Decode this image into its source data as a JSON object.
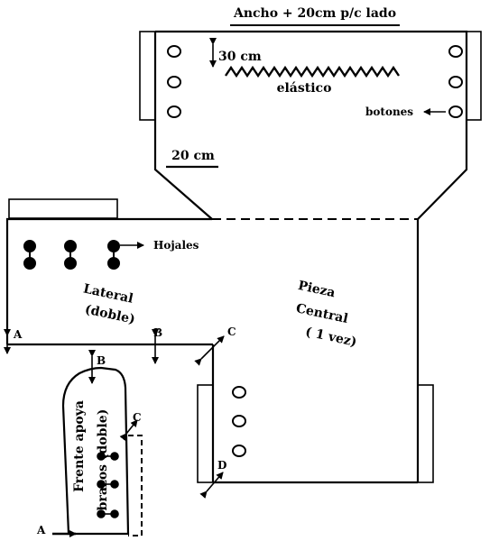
{
  "diagram": {
    "labels": {
      "width_note": "Ancho + 20cm p/c lado",
      "depth_30": "30 cm",
      "elastic": "elástico",
      "buttons": "botones",
      "depth_20": "20 cm",
      "buttonholes": "Hojales",
      "lateral_line1": "Lateral",
      "lateral_line2": "(doble)",
      "central_line1": "Pieza",
      "central_line2": "Central",
      "central_line3": "( 1 vez)",
      "armrest_line1": "Frente apoya",
      "armrest_line2": "brazos (doble)",
      "marker_a_lateral": "A",
      "marker_b_lateral": "B",
      "marker_c_lateral": "C",
      "marker_d_central": "D",
      "marker_b_armrest": "B",
      "marker_c_armrest": "C",
      "marker_a_armrest": "A"
    }
  }
}
